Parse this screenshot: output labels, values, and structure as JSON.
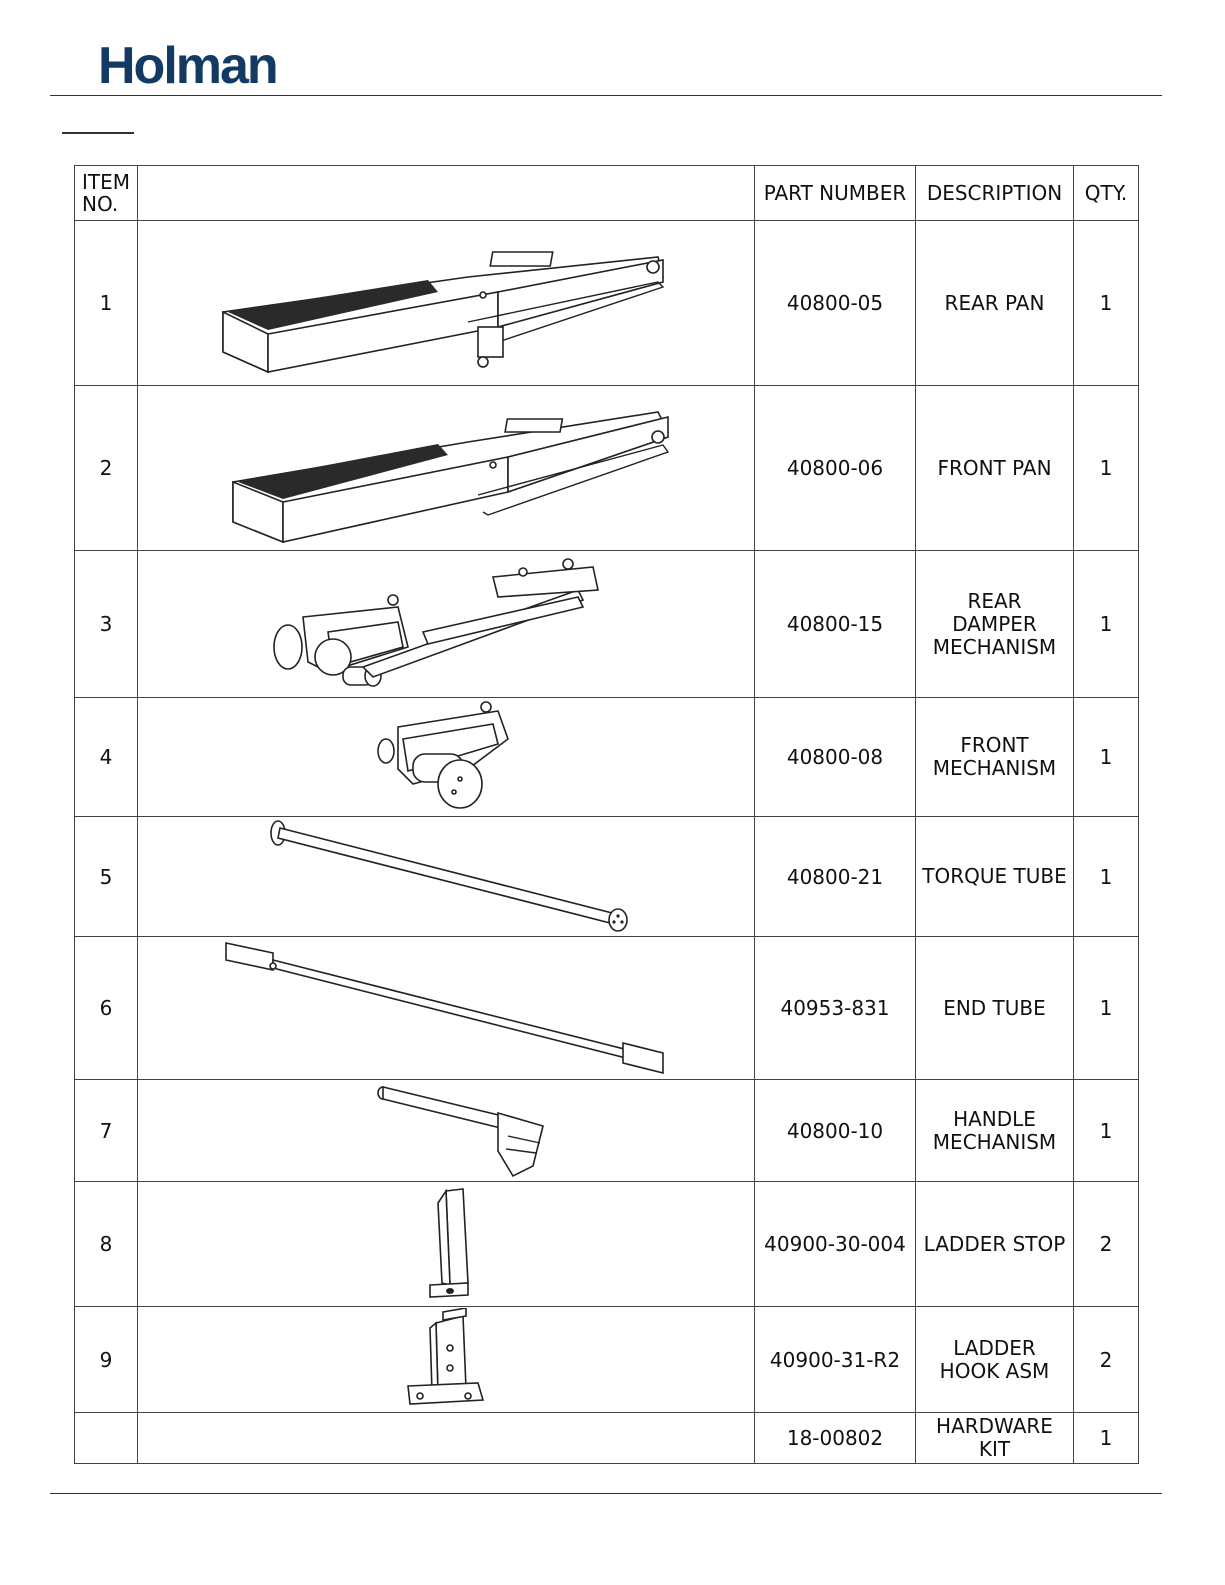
{
  "brand": {
    "logo_text": "Holman"
  },
  "table": {
    "headers": {
      "item_no": [
        "ITEM",
        "NO."
      ],
      "part_number": "PART NUMBER",
      "description": "DESCRIPTION",
      "qty": "QTY."
    },
    "rows": [
      {
        "item": "1",
        "part_number": "40800-05",
        "description": [
          "REAR PAN"
        ],
        "qty": "1",
        "image": "rear-pan"
      },
      {
        "item": "2",
        "part_number": "40800-06",
        "description": [
          "FRONT PAN"
        ],
        "qty": "1",
        "image": "front-pan"
      },
      {
        "item": "3",
        "part_number": "40800-15",
        "description": [
          "REAR",
          "DAMPER",
          "MECHANISM"
        ],
        "qty": "1",
        "image": "rear-damper-mechanism"
      },
      {
        "item": "4",
        "part_number": "40800-08",
        "description": [
          "FRONT",
          "MECHANISM"
        ],
        "qty": "1",
        "image": "front-mechanism"
      },
      {
        "item": "5",
        "part_number": "40800-21",
        "description": [
          "TORQUE TUBE"
        ],
        "qty": "1",
        "image": "torque-tube"
      },
      {
        "item": "6",
        "part_number": "40953-831",
        "description": [
          "END TUBE"
        ],
        "qty": "1",
        "image": "end-tube"
      },
      {
        "item": "7",
        "part_number": "40800-10",
        "description": [
          "HANDLE",
          "MECHANISM"
        ],
        "qty": "1",
        "image": "handle-mechanism"
      },
      {
        "item": "8",
        "part_number": "40900-30-004",
        "description": [
          "LADDER STOP"
        ],
        "qty": "2",
        "image": "ladder-stop"
      },
      {
        "item": "9",
        "part_number": "40900-31-R2",
        "description": [
          "LADDER",
          "HOOK ASM"
        ],
        "qty": "2",
        "image": "ladder-hook"
      },
      {
        "item": "",
        "part_number": "18-00802",
        "description": [
          "HARDWARE",
          "KIT"
        ],
        "qty": "1",
        "image": ""
      }
    ]
  }
}
